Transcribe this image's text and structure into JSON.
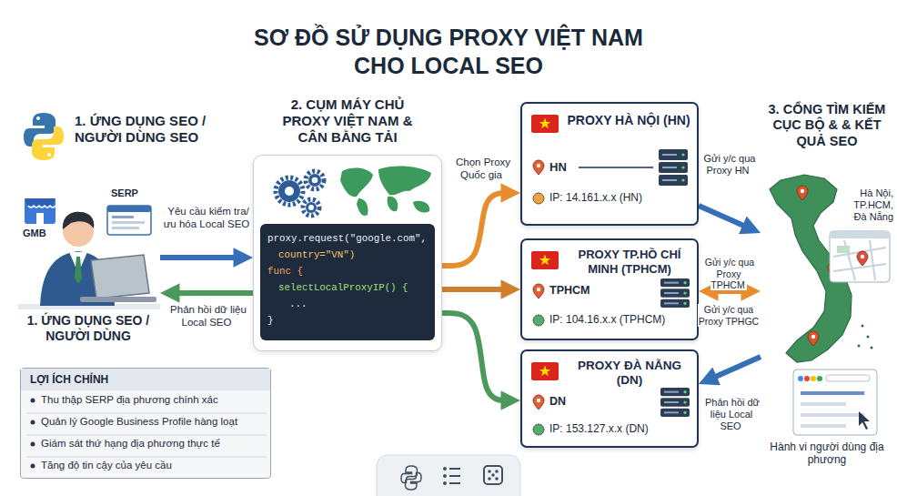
{
  "diagram": {
    "title": "SƠ ĐỒ SỬ DỤNG PROXY VIỆT NAM CHO LOCAL SEO",
    "nodes": [
      {
        "text": [
          "GMB",
          "SERP"
        ]
      },
      {
        "text": [
          "2. CỤM MÁY CHỦ PROXY VIỆT NAM & CÂN BẰNG TẢI",
          "proxy.request(\"google.com\",",
          "country=\"VN\")",
          "func {",
          "selectLocalProxyIP() {",
          "...",
          "}"
        ]
      },
      {
        "text": [
          "PROXY HÀ NỘI (HN)",
          "HN",
          "IP: 14.161.x.x (HN)"
        ]
      },
      {
        "text": [
          "PROXY TP.HỒ CHÍ MINH (TPHCM)",
          "TPHCM",
          "IP: 104.16.x.x (TPHCM)"
        ]
      },
      {
        "text": [
          "PROXY ĐÀ NẴNG (DN)",
          "DN",
          "IP: 153.127.x.x (DN)"
        ]
      },
      {
        "text": [
          "3. CỔNG TÌM KIẾM CỤC BỘ & & KẾT QUẢ SEO",
          "Hà Nội, TP.HCM, Đà Nẵng",
          "Hành vi người dùng địa phương"
        ]
      },
      {
        "text": [
          "LỢI ÍCH CHÍNH",
          "Thu thập SERP địa phương chính xác",
          "Quản lý Google Business Profile hàng loạt",
          "Giám sát thứ hạng địa phương thực tế",
          "Tăng độ tin cậy của yêu cầu"
        ]
      }
    ],
    "edges": [
      {
        "from": 0,
        "to": 1,
        "arrow": "to",
        "label": "Yêu cầu kiểm tra/ ưu hóa Local SEO"
      },
      {
        "from": 1,
        "to": 0,
        "arrow": "to",
        "label": "Phản hồi dữ liệu Local SEO"
      },
      {
        "from": 1,
        "to": 2,
        "arrow": "to",
        "label": "Chọn Proxy Quốc gia"
      },
      {
        "from": 1,
        "to": 3,
        "arrow": "to"
      },
      {
        "from": 1,
        "to": 4,
        "arrow": "to"
      },
      {
        "from": 2,
        "to": 5,
        "arrow": "to",
        "label": "Gửi y/c qua Proxy HN"
      },
      {
        "from": 3,
        "to": 5,
        "arrow": "both",
        "label": "Gửi y/c qua Proxy TPHCM"
      },
      {
        "from": 5,
        "to": 4,
        "arrow": "to",
        "label": "Phản hồi dữ liệu Local SEO"
      }
    ],
    "labels": [
      "1. ỨNG DỤNG SEO / NGƯỜI DÙNG SEO",
      "1. ỨNG DỤNG SEO / NGƯỜI DÙNG",
      "Gửi y/c qua Proxy TPHGC"
    ]
  }
}
